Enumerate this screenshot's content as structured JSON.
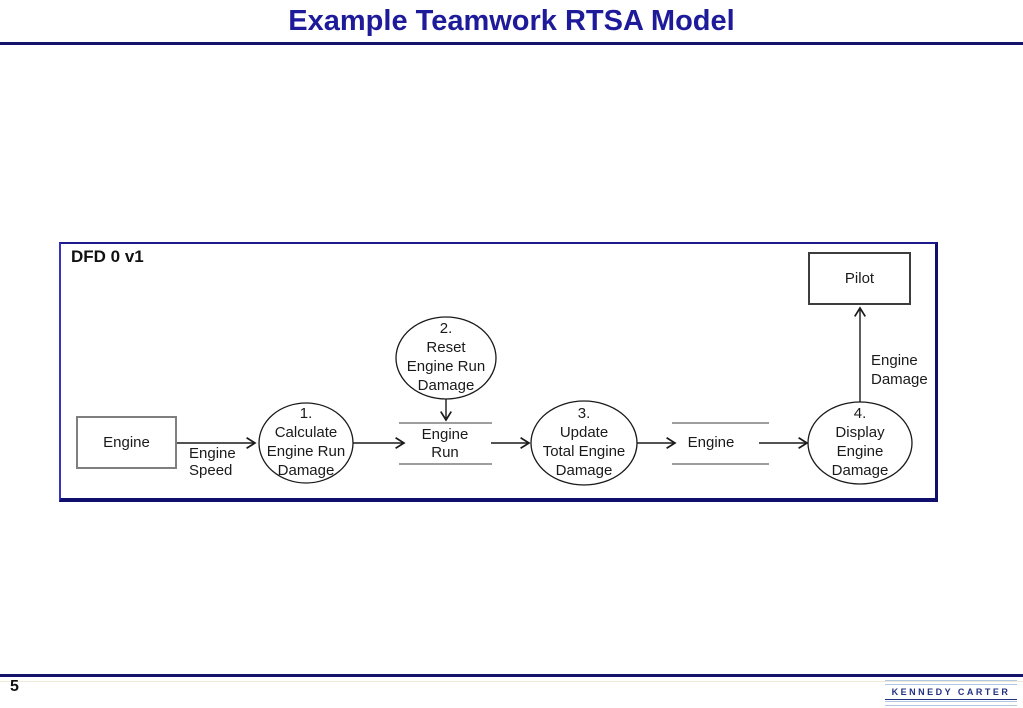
{
  "title": "Example Teamwork RTSA Model",
  "page_number": "5",
  "footer": {
    "logo_text": "KENNEDY CARTER"
  },
  "diagram": {
    "label": "DFD 0 v1",
    "terminators": [
      {
        "name": "Engine"
      },
      {
        "name": "Pilot"
      }
    ],
    "processes": [
      {
        "lines": [
          "1.",
          "Calculate",
          "Engine Run",
          "Damage"
        ]
      },
      {
        "lines": [
          "2.",
          "Reset",
          "Engine Run",
          "Damage"
        ]
      },
      {
        "lines": [
          "3.",
          "Update",
          "Total Engine",
          "Damage"
        ]
      },
      {
        "lines": [
          "4.",
          "Display",
          "Engine",
          "Damage"
        ]
      }
    ],
    "stores": [
      {
        "lines": [
          "Engine",
          "Run"
        ]
      },
      {
        "lines": [
          "Engine"
        ]
      }
    ],
    "flow_labels": [
      {
        "lines": [
          "Engine",
          "Speed"
        ]
      },
      {
        "lines": [
          "Engine",
          "Damage"
        ]
      }
    ]
  },
  "colors": {
    "title_navy": "#1e1b9b",
    "rule_navy": "#14126b",
    "frame_blue": "#2a2ac0",
    "shape_gray": "#7f7f7f",
    "ink_black": "#1a1a1a",
    "logo_navy": "#233181",
    "logo_stripe": "#b0c8e4"
  }
}
